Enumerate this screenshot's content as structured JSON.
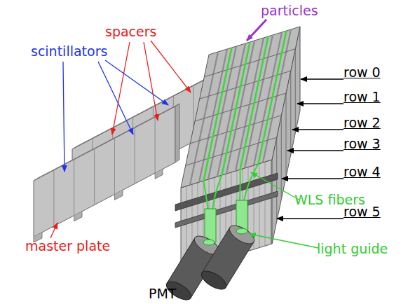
{
  "diagram": {
    "labels": [
      "particles",
      "spacers",
      "scintillators",
      "row 0",
      "row 1",
      "row 2",
      "row 3",
      "row 4",
      "WLS fibers",
      "row 5",
      "master plate",
      "light guide",
      "PMT"
    ]
  }
}
